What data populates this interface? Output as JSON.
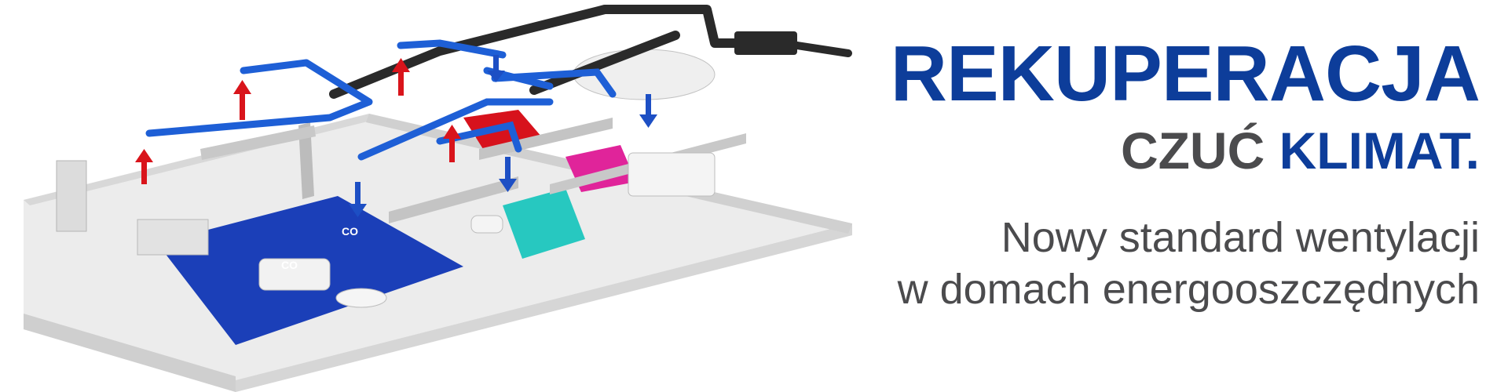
{
  "colors": {
    "brand_blue": "#0d3d9a",
    "dark_gray": "#4b4b4d",
    "floor_gray": "#e6e6e6",
    "wall_gray": "#cfcfcf",
    "duct_blue": "#1e5fd6",
    "duct_dark": "#2a2a2a",
    "arrow_red": "#d9141b",
    "arrow_blue": "#1d4fc4",
    "zone_blue": "#1b3fb8",
    "zone_red": "#d7121c",
    "zone_cyan": "#27c8c0",
    "zone_magenta": "#e0249a"
  },
  "headline": "REKUPERACJA",
  "subline": {
    "part1": "CZUĆ",
    "part2": "KLIMAT."
  },
  "tagline": {
    "line1": "Nowy standard wentylacji",
    "line2": "w domach energooszczędnych"
  },
  "labels": {
    "co2_a": "CO",
    "co2_b": "CO"
  },
  "icons": {
    "supply_arrow": "arrow-down-icon",
    "exhaust_arrow": "arrow-up-icon",
    "recuperator": "recuperator-unit-icon"
  }
}
